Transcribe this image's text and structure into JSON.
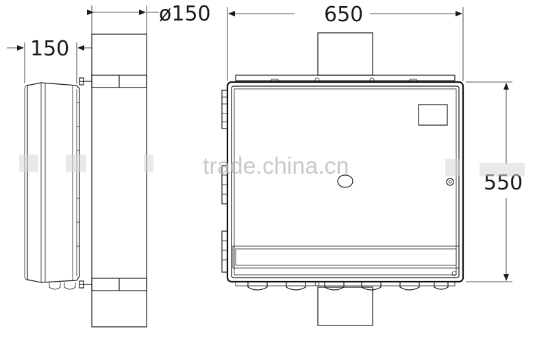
{
  "dimensions": {
    "pipe_diameter": "ø150",
    "side_depth": "150",
    "front_width": "650",
    "front_height": "550"
  },
  "watermark": "trade.china.cn",
  "colors": {
    "line": "#1a1a1a",
    "watermark": "#b8b8b8",
    "background": "#ffffff"
  }
}
